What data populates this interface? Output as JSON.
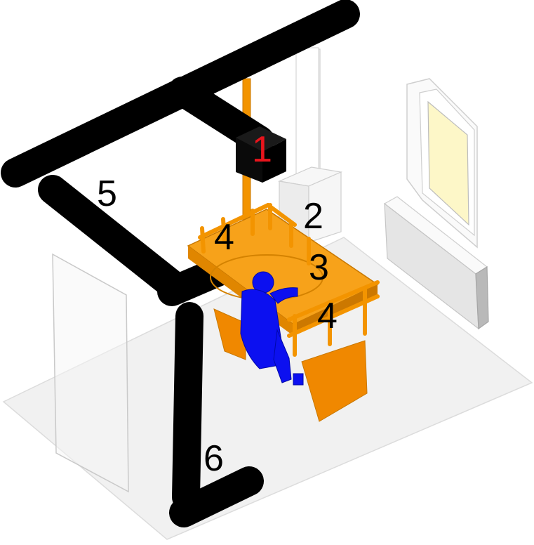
{
  "labels": {
    "one": "1",
    "two": "2",
    "three": "3",
    "four_top": "4",
    "four_right": "4",
    "five": "5",
    "six": "6"
  },
  "colors": {
    "duct": "#000000",
    "unit_one_label": "#e8141c",
    "orange": "#f39400",
    "person": "#0c10f0",
    "floor": "#f1f1f1",
    "window_glass": "#fdf7c8",
    "column": "#f7f7f7"
  }
}
